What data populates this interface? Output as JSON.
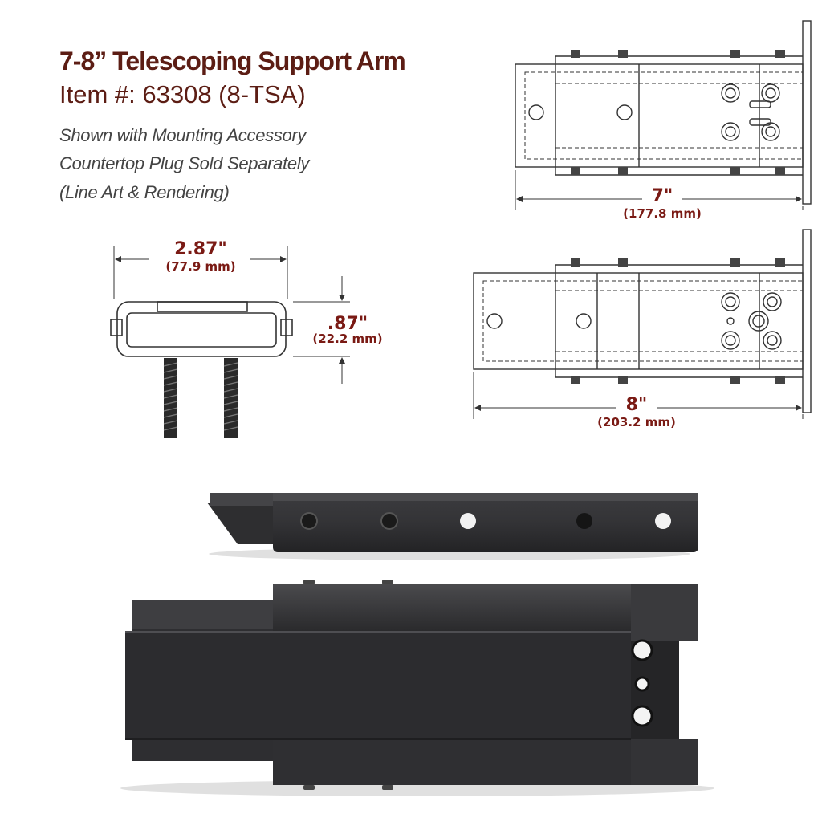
{
  "title": "7-8” Telescoping Support Arm",
  "item_number": "Item #: 63308 (8-TSA)",
  "notes": [
    "Shown with Mounting Accessory",
    "Countertop Plug Sold Separately",
    "(Line Art & Rendering)"
  ],
  "dimensions": {
    "width": {
      "value": "2.87\"",
      "metric": "(77.9 mm)"
    },
    "height": {
      "value": ".87\"",
      "metric": "(22.2 mm)"
    },
    "length_min": {
      "value": "7\"",
      "metric": "(177.8 mm)"
    },
    "length_max": {
      "value": "8\"",
      "metric": "(203.2 mm)"
    }
  },
  "colors": {
    "heading": "#5c1d14",
    "dimension_text": "#7a1a14",
    "line_art": "#333333",
    "metal": "#2f2f31"
  }
}
